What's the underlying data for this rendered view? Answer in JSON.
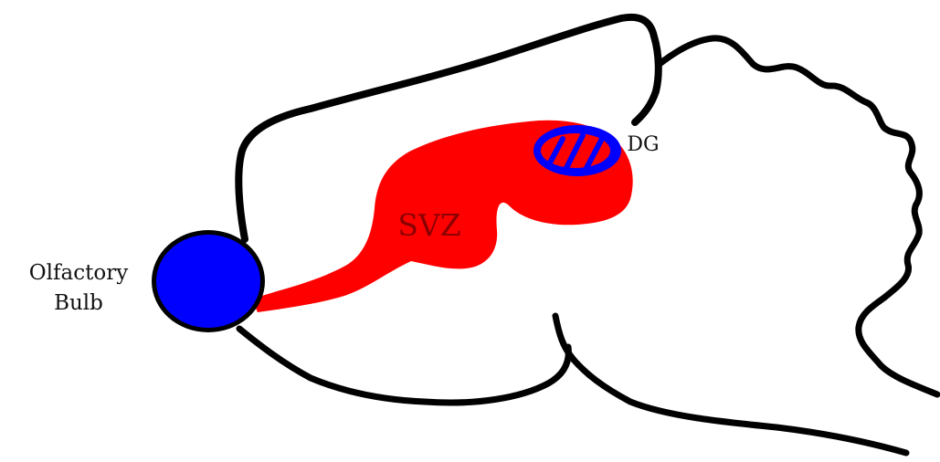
{
  "labels": {
    "olfactory_line1": "Olfactory",
    "olfactory_line2": "Bulb",
    "svz": "SVZ",
    "dg": "DG"
  },
  "colors": {
    "outline": "#000000",
    "stream": "#ff0000",
    "blue": "#0000ff",
    "stream_label": "#8b0000",
    "text": "#111111",
    "background": "#ffffff"
  }
}
